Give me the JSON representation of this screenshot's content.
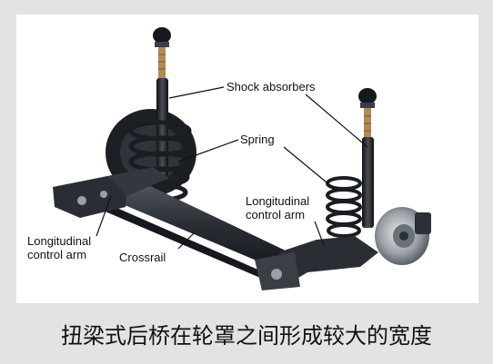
{
  "labels": {
    "shock_absorbers": "Shock absorbers",
    "spring": "Spring",
    "longitudinal_control_arm_right": "Longitudinal\ncontrol arm",
    "longitudinal_control_arm_left": "Longitudinal\ncontrol arm",
    "crossrail": "Crossrail"
  },
  "caption": "扭梁式后桥在轮罩之间形成较大的宽度",
  "colors": {
    "background": "#e3e3e3",
    "photo_background": "#ffffff",
    "beam": "#2b2f36",
    "spring_rubber": "#b08a55"
  }
}
